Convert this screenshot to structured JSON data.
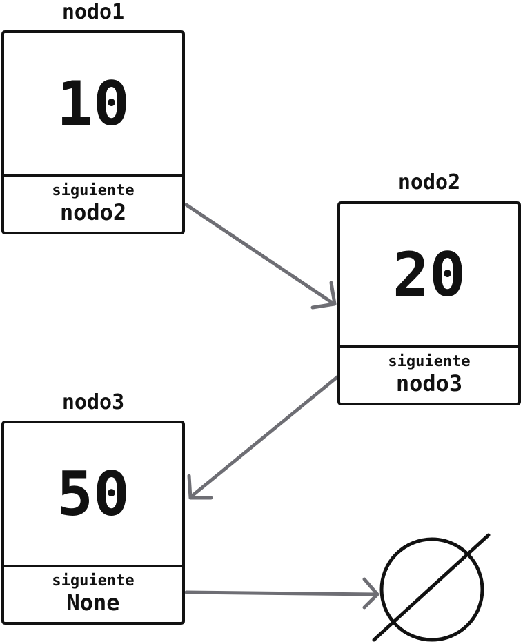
{
  "colors": {
    "box": "#111111",
    "arrow": "#6e6e74"
  },
  "nodes": [
    {
      "name": "nodo1",
      "value": "10",
      "next_label": "siguiente",
      "next_value": "nodo2"
    },
    {
      "name": "nodo2",
      "value": "20",
      "next_label": "siguiente",
      "next_value": "nodo3"
    },
    {
      "name": "nodo3",
      "value": "50",
      "next_label": "siguiente",
      "next_value": "None"
    }
  ],
  "null_symbol_icon": "empty-set-icon"
}
